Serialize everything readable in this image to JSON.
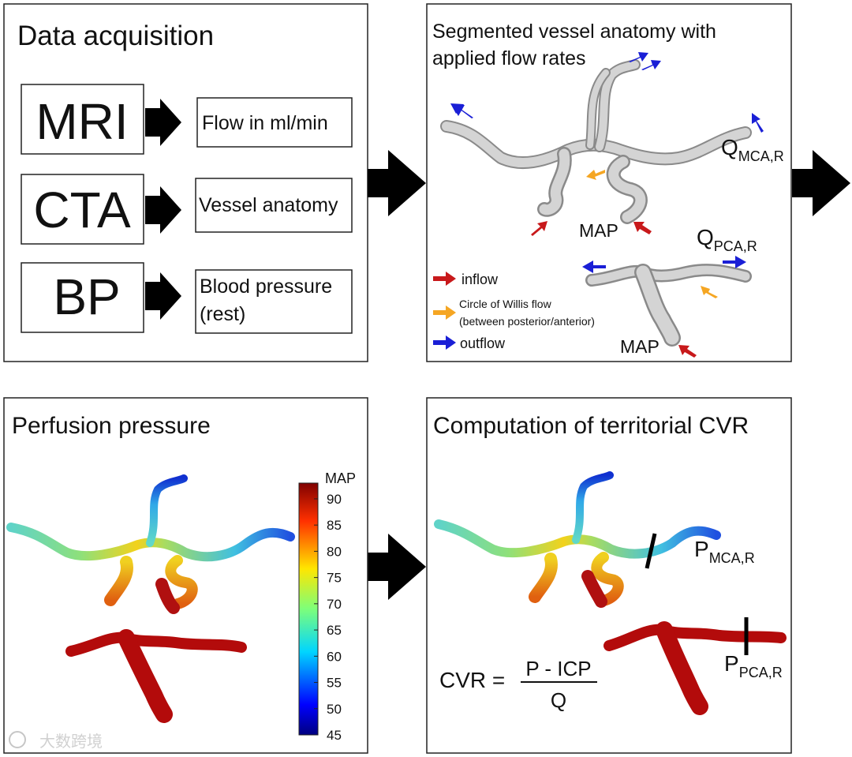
{
  "panels": {
    "acquisition": {
      "title": "Data acquisition",
      "rows": [
        {
          "modality": "MRI",
          "output": "Flow in ml/min",
          "output2": ""
        },
        {
          "modality": "CTA",
          "output": "Vessel anatomy",
          "output2": ""
        },
        {
          "modality": "BP",
          "output": "Blood pressure",
          "output2": "(rest)"
        }
      ]
    },
    "segmented": {
      "title_line1": "Segmented vessel anatomy with",
      "title_line2": "applied flow rates",
      "q_mca": {
        "main": "Q",
        "sub": "MCA,R"
      },
      "q_pca": {
        "main": "Q",
        "sub": "PCA,R"
      },
      "map_label": "MAP",
      "legend": {
        "inflow": "inflow",
        "cow_line1": "Circle of Willis flow",
        "cow_line2": "(between posterior/anterior)",
        "outflow": "outflow"
      }
    },
    "perfusion": {
      "title": "Perfusion pressure",
      "colorbar": {
        "title": "MAP",
        "ticks": [
          "90",
          "85",
          "80",
          "75",
          "70",
          "65",
          "60",
          "55",
          "50",
          "45"
        ],
        "min": 45,
        "max": 93
      }
    },
    "cvr": {
      "title": "Computation of territorial CVR",
      "p_mca": {
        "main": "P",
        "sub": "MCA,R"
      },
      "p_pca": {
        "main": "P",
        "sub": "PCA,R"
      },
      "formula": {
        "lhs": "CVR =",
        "numerator": "P - ICP",
        "denominator": "Q"
      }
    }
  },
  "watermark": "大数跨境",
  "colors": {
    "inflow": "#c8191b",
    "cow": "#f5a623",
    "outflow": "#1a1fd6",
    "vessel_gray": "#bdbdbd",
    "border": "#222222"
  }
}
